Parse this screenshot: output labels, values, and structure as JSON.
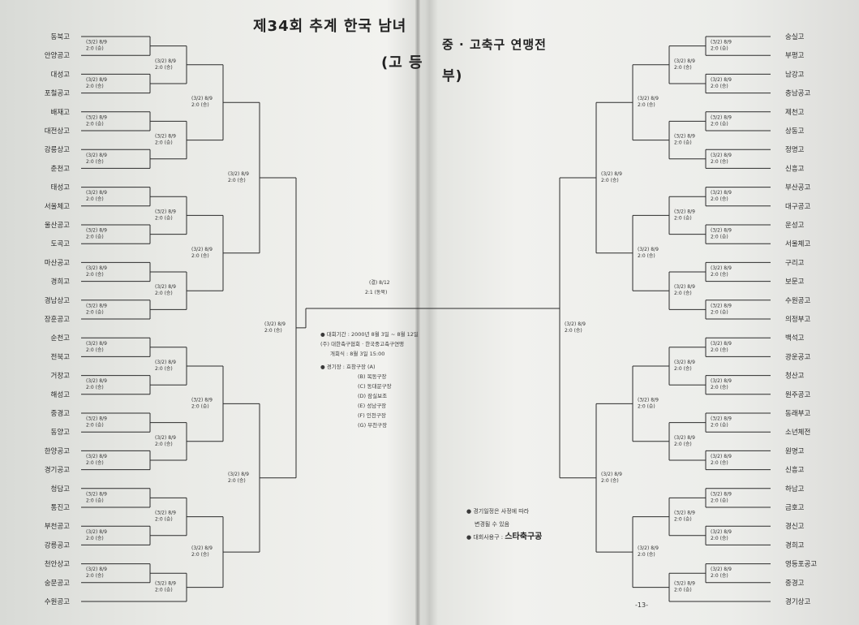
{
  "title": {
    "left": "제34회 추계 한국 남녀",
    "left_sub": "(고 등",
    "right": "중 · 고축구 연맹전",
    "right_sub": "부)"
  },
  "bracket": {
    "left_teams": [
      "동북고",
      "안양공고",
      "대성고",
      "포철공고",
      "배재고",
      "대전상고",
      "강릉상고",
      "춘천고",
      "태성고",
      "서울체고",
      "울산공고",
      "도곡고",
      "마산공고",
      "경희고",
      "경남상고",
      "장훈공고",
      "순천고",
      "전북고",
      "거창고",
      "해성고",
      "중경고",
      "동양고",
      "한양공고",
      "경기공고",
      "청담고",
      "통진고",
      "부천공고",
      "강릉공고",
      "천안상고",
      "숭문공고",
      "수원공고"
    ],
    "right_teams": [
      "숭실고",
      "부평고",
      "남강고",
      "충남공고",
      "제천고",
      "상동고",
      "정명고",
      "신흥고",
      "부산공고",
      "대구공고",
      "운성고",
      "서울체고",
      "구리고",
      "보문고",
      "수원공고",
      "의정부고",
      "백석고",
      "광운공고",
      "청산고",
      "원주공고",
      "동래부고",
      "소년체전",
      "원명고",
      "신흥고",
      "하남고",
      "금호고",
      "경신고",
      "경희고",
      "영등포공고",
      "중경고",
      "경기상고"
    ],
    "match_code": "(3/2) 8/9",
    "match_score": "2:0 (승)",
    "final_code": "(결) 8/12",
    "final_score": "2:1 (동북)"
  },
  "venue": {
    "period_label": "● 대회기간 : 2000년 8월 3일 ~ 8월 12일",
    "org_label": "(주) 대한축구협회 · 한국중고축구연맹",
    "ceremony_label": "개회식 : 8월 3일 15:00",
    "stadium_title": "● 경기장 : 효창구장 (A)",
    "stadiums": [
      "(B) 목동구장",
      "(C) 동대문구장",
      "(D) 잠실보조",
      "(E) 성남구장",
      "(F) 인천구장",
      "(G) 부천구장"
    ]
  },
  "notes": {
    "note1": "● 경기일정은 사정에 따라",
    "note2": "변경될 수 있음",
    "ball_label": "● 대회사용구 :",
    "ball_brand": "스타축구공"
  },
  "page_number": "-13-"
}
